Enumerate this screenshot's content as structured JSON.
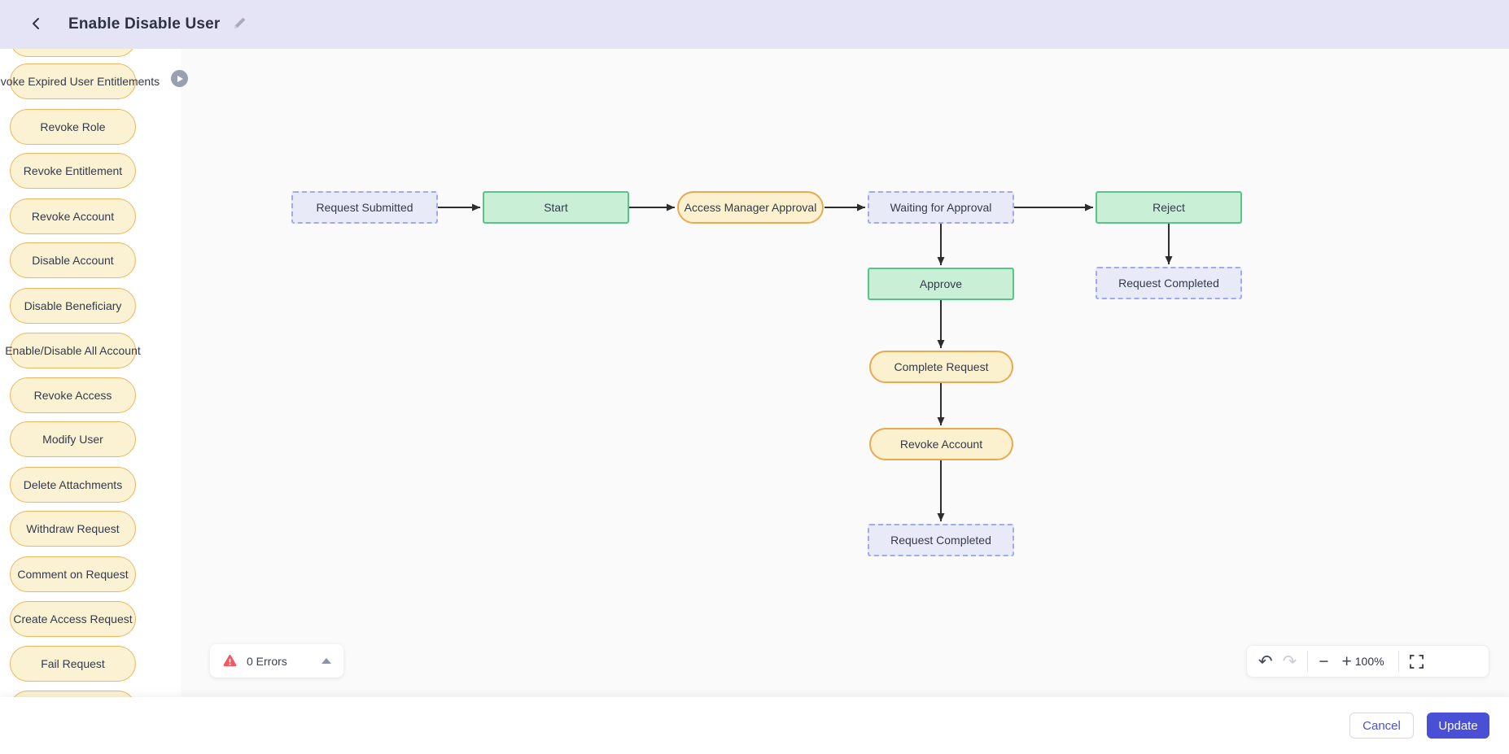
{
  "header": {
    "title": "Enable Disable User"
  },
  "sidebar": {
    "items": [
      "Revoke Expired User Entitlements",
      "Revoke Role",
      "Revoke Entitlement",
      "Revoke Account",
      "Disable Account",
      "Disable Beneficiary",
      "Enable/Disable All Account",
      "Revoke Access",
      "Modify User",
      "Delete Attachments",
      "Withdraw Request",
      "Comment on Request",
      "Create Access Request",
      "Fail Request"
    ]
  },
  "canvas": {
    "nodes": [
      {
        "id": "request-submitted",
        "label": "Request Submitted",
        "type": "state"
      },
      {
        "id": "start",
        "label": "Start",
        "type": "success"
      },
      {
        "id": "access-manager-approval",
        "label": "Access Manager Approval",
        "type": "action"
      },
      {
        "id": "waiting-for-approval",
        "label": "Waiting for Approval",
        "type": "state"
      },
      {
        "id": "reject",
        "label": "Reject",
        "type": "success"
      },
      {
        "id": "approve",
        "label": "Approve",
        "type": "success"
      },
      {
        "id": "complete-request",
        "label": "Complete Request",
        "type": "action"
      },
      {
        "id": "revoke-account",
        "label": "Revoke Account",
        "type": "action"
      },
      {
        "id": "request-completed-1",
        "label": "Request Completed",
        "type": "state"
      },
      {
        "id": "request-completed-2",
        "label": "Request Completed",
        "type": "state"
      }
    ],
    "edges": [
      {
        "from": "request-submitted",
        "to": "start"
      },
      {
        "from": "start",
        "to": "access-manager-approval"
      },
      {
        "from": "access-manager-approval",
        "to": "waiting-for-approval"
      },
      {
        "from": "waiting-for-approval",
        "to": "reject"
      },
      {
        "from": "waiting-for-approval",
        "to": "approve"
      },
      {
        "from": "reject",
        "to": "request-completed-2"
      },
      {
        "from": "approve",
        "to": "complete-request"
      },
      {
        "from": "complete-request",
        "to": "revoke-account"
      },
      {
        "from": "revoke-account",
        "to": "request-completed-1"
      }
    ]
  },
  "errors_bar": {
    "label": "0 Errors"
  },
  "zoom_toolbar": {
    "zoom_level": "100%"
  },
  "footer": {
    "cancel_label": "Cancel",
    "update_label": "Update"
  },
  "icons": {
    "back": "chevron-left",
    "edit": "pencil",
    "sidebar_expand": "play-circle",
    "errors": "warning-triangle",
    "errors_collapse": "caret-up",
    "undo": "undo-arrow",
    "redo": "redo-arrow",
    "zoom_out": "minus",
    "zoom_in": "plus",
    "fullscreen": "expand-corners"
  },
  "colors": {
    "header_bg": "#E4E4F6",
    "canvas_bg": "#FAFAFA",
    "accent": "#4A50D5",
    "action_fill": "#FCF1CE",
    "action_border": "#E9A94F",
    "success_fill": "#C9EFD7",
    "success_border": "#57C587",
    "state_fill": "#E9EAF8",
    "state_border": "#A2AAEC",
    "error_red": "#FB5560",
    "edge_stroke": "#2D2D2D"
  }
}
